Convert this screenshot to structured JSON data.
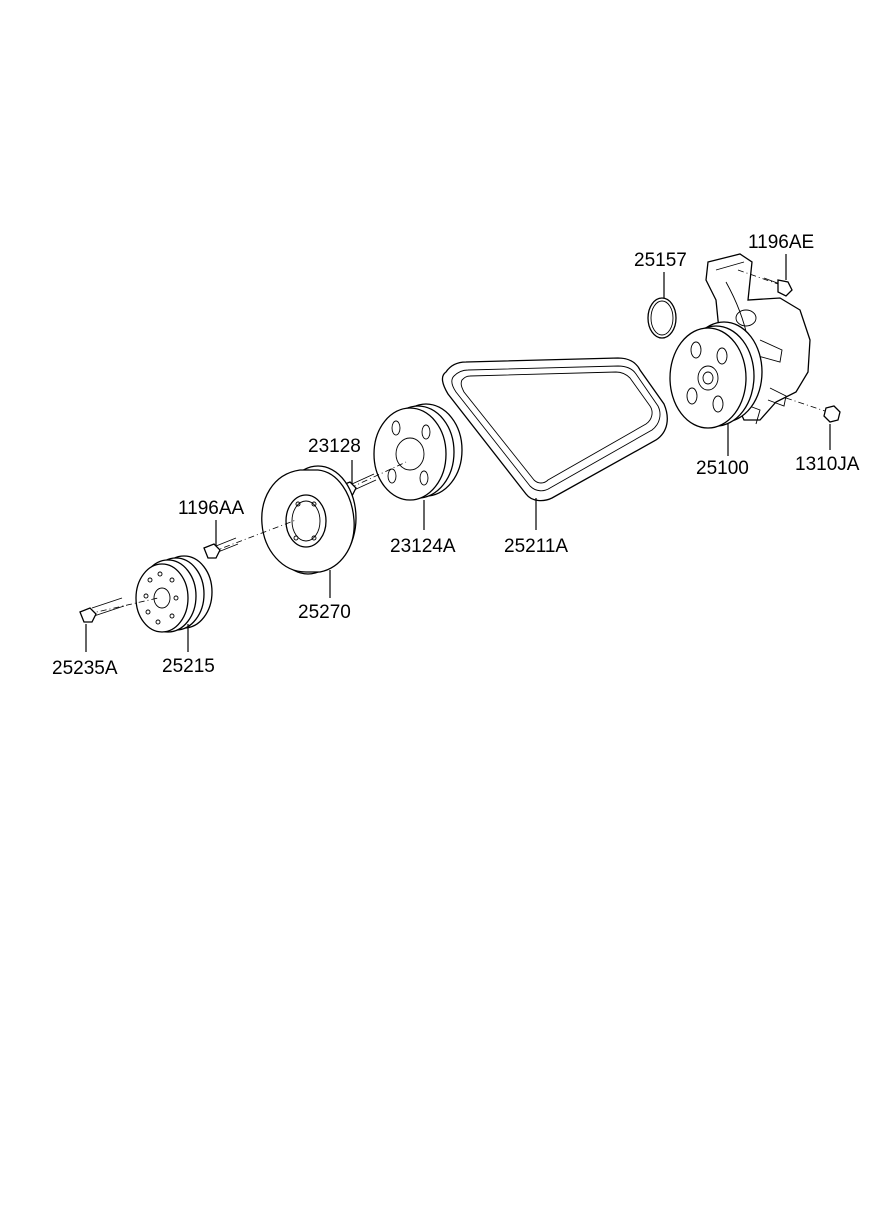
{
  "parts": {
    "p1196AE": "1196AE",
    "p25157": "25157",
    "p25100": "25100",
    "p1310JA": "1310JA",
    "p25211A": "25211A",
    "p23128": "23128",
    "p23124A": "23124A",
    "p1196AA": "1196AA",
    "p25270": "25270",
    "p25235A": "25235A",
    "p25215": "25215"
  }
}
